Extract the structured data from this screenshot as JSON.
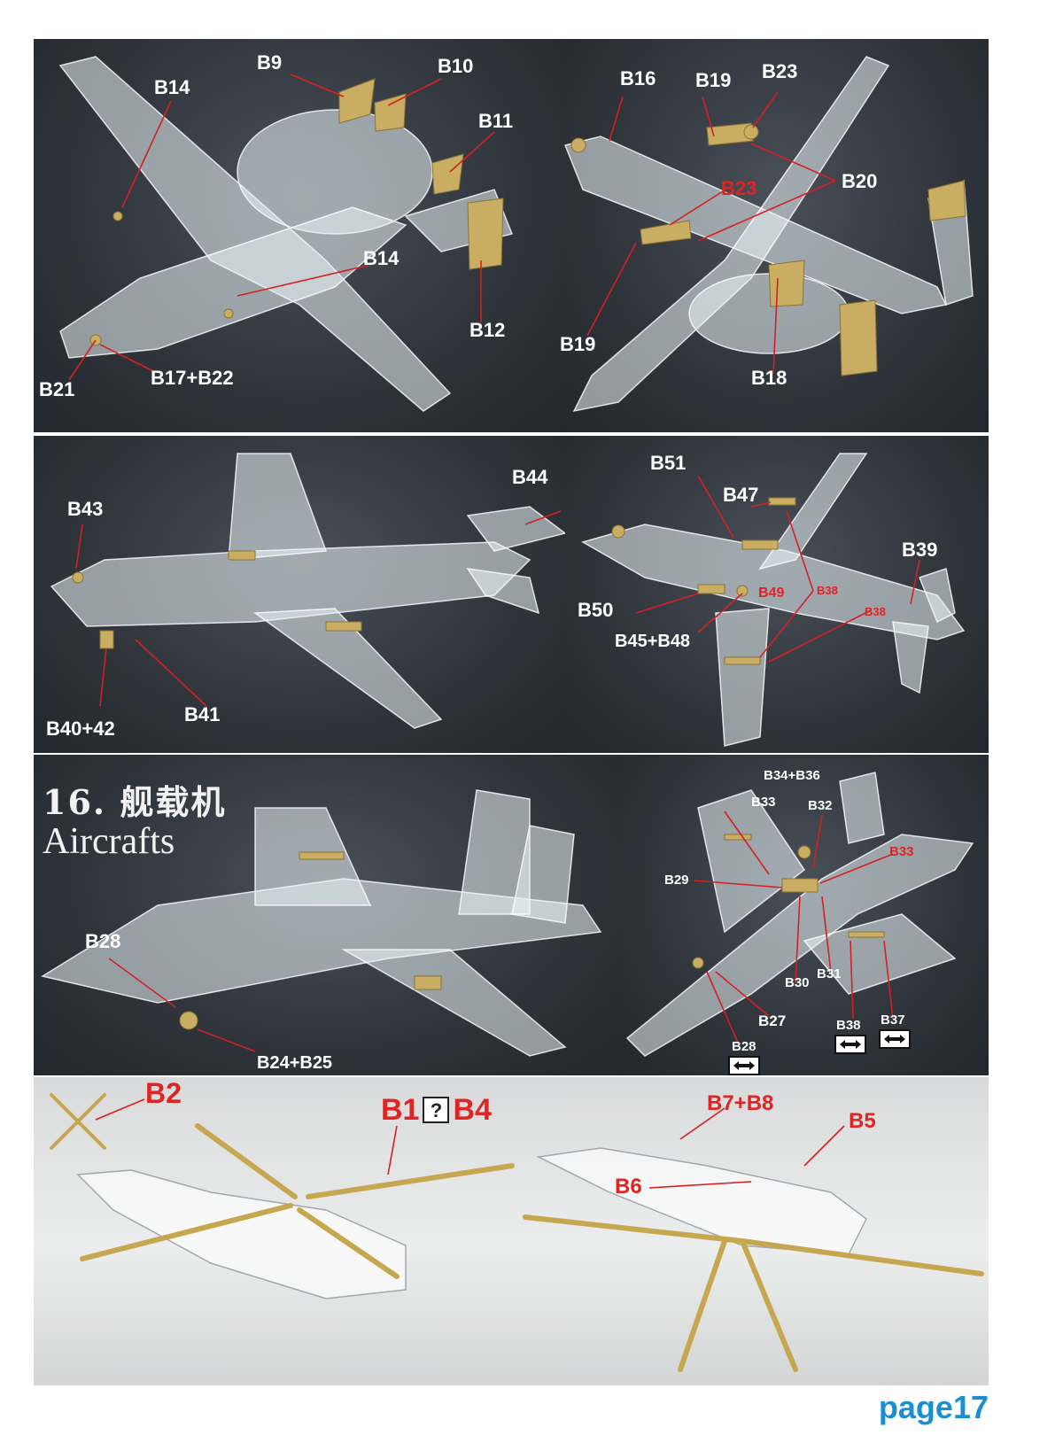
{
  "section": {
    "number_cn": "16. 舰载机",
    "title_en": "Aircrafts"
  },
  "page_label": "page17",
  "icons": {
    "swap_arrow": "double-headed-arrow-icon",
    "unknown_glyph": "question-box-icon"
  },
  "panels": {
    "awacs_front": {
      "labels": [
        "B9",
        "B10",
        "B14",
        "B11",
        "B14",
        "B12",
        "B21",
        "B17+B22"
      ]
    },
    "awacs_rear": {
      "labels": [
        "B16",
        "B19",
        "B23",
        "B23",
        "B20",
        "B19",
        "B18"
      ]
    },
    "prowler_side": {
      "labels": [
        "B43",
        "B44",
        "B40+42",
        "B41"
      ]
    },
    "prowler_top": {
      "labels": [
        "B51",
        "B47",
        "B39",
        "B49",
        "B38",
        "B38",
        "B50",
        "B45+B48"
      ]
    },
    "hornet_side": {
      "labels": [
        "B28",
        "B24+B25"
      ]
    },
    "hornet_top": {
      "labels": [
        "B34+B36",
        "B33",
        "B32",
        "B33",
        "B29",
        "B30",
        "B31",
        "B27",
        "B28",
        "B38",
        "B37"
      ]
    },
    "heli_left": {
      "labels": [
        "B2",
        "B1",
        "B4"
      ]
    },
    "heli_right": {
      "labels": [
        "B7+B8",
        "B5",
        "B6"
      ]
    }
  }
}
